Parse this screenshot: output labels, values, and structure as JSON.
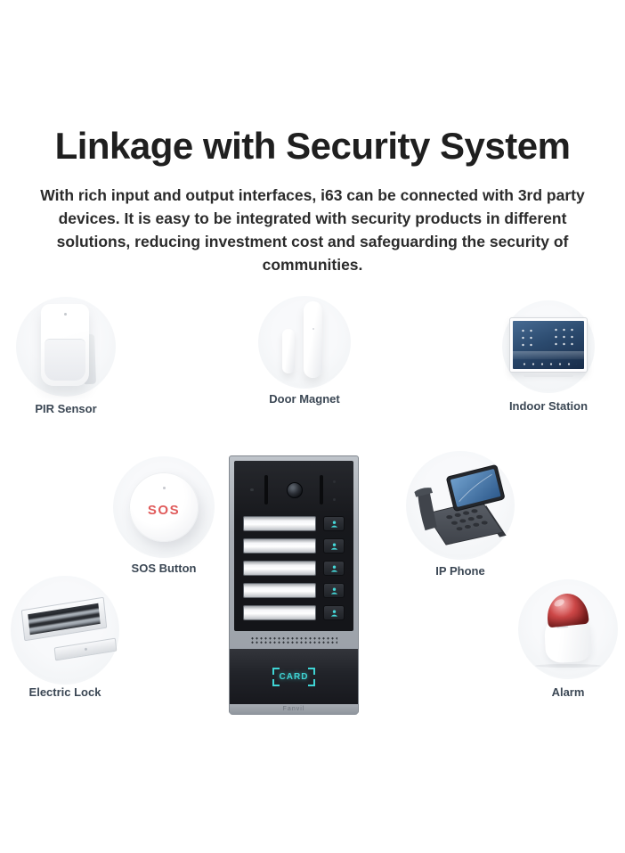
{
  "page": {
    "title": "Linkage with Security System",
    "description": "With rich input and output interfaces, i63 can be connected with 3rd party devices. It is easy to be integrated with security products in different solutions, reducing investment cost and safeguarding the security of communities."
  },
  "devices": [
    {
      "id": "pir-sensor",
      "label": "PIR Sensor"
    },
    {
      "id": "door-magnet",
      "label": "Door Magnet"
    },
    {
      "id": "indoor-station",
      "label": "Indoor Station"
    },
    {
      "id": "sos-button",
      "label": "SOS Button",
      "button_text": "SOS"
    },
    {
      "id": "ip-phone",
      "label": "IP Phone"
    },
    {
      "id": "electric-lock",
      "label": "Electric Lock"
    },
    {
      "id": "alarm",
      "label": "Alarm"
    }
  ],
  "door_phone": {
    "card_reader_text": "CARD",
    "brand_text": "Fanvil",
    "call_button_count": 5
  },
  "colors": {
    "accent_teal": "#3fd4d4",
    "sos_red": "#e05b5b",
    "alarm_red": "#b83333",
    "label_text": "#3b4754",
    "title_text": "#1f1f1f"
  }
}
